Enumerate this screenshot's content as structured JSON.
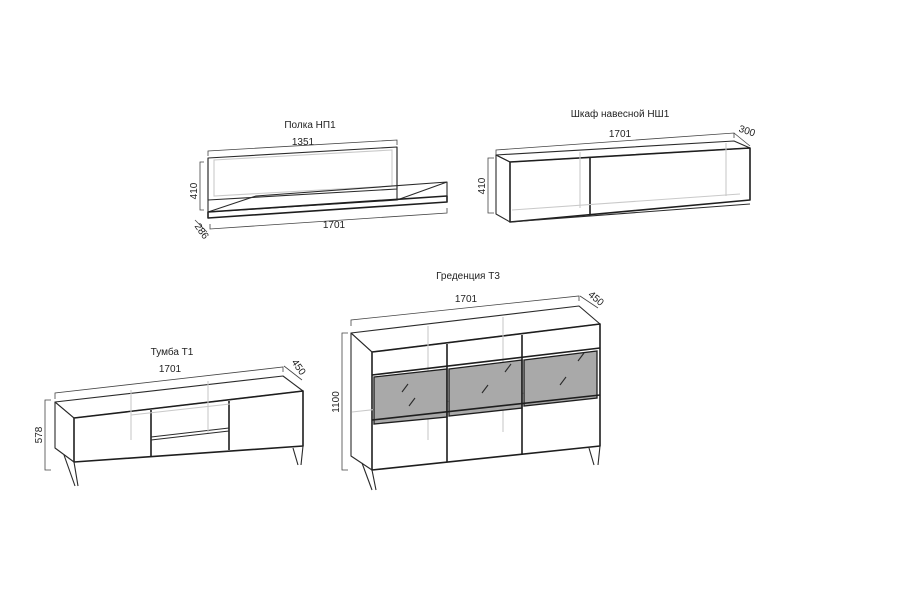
{
  "items": [
    {
      "title": "Полка НП1",
      "width": "1351",
      "width_bottom": "1701",
      "height": "410",
      "depth": "286"
    },
    {
      "title": "Шкаф навесной НШ1",
      "width": "1701",
      "height": "410",
      "depth": "300"
    },
    {
      "title": "Тумба Т1",
      "width": "1701",
      "height": "578",
      "depth": "450"
    },
    {
      "title": "Греденция Т3",
      "width": "1701",
      "height": "1100",
      "depth": "450"
    }
  ]
}
